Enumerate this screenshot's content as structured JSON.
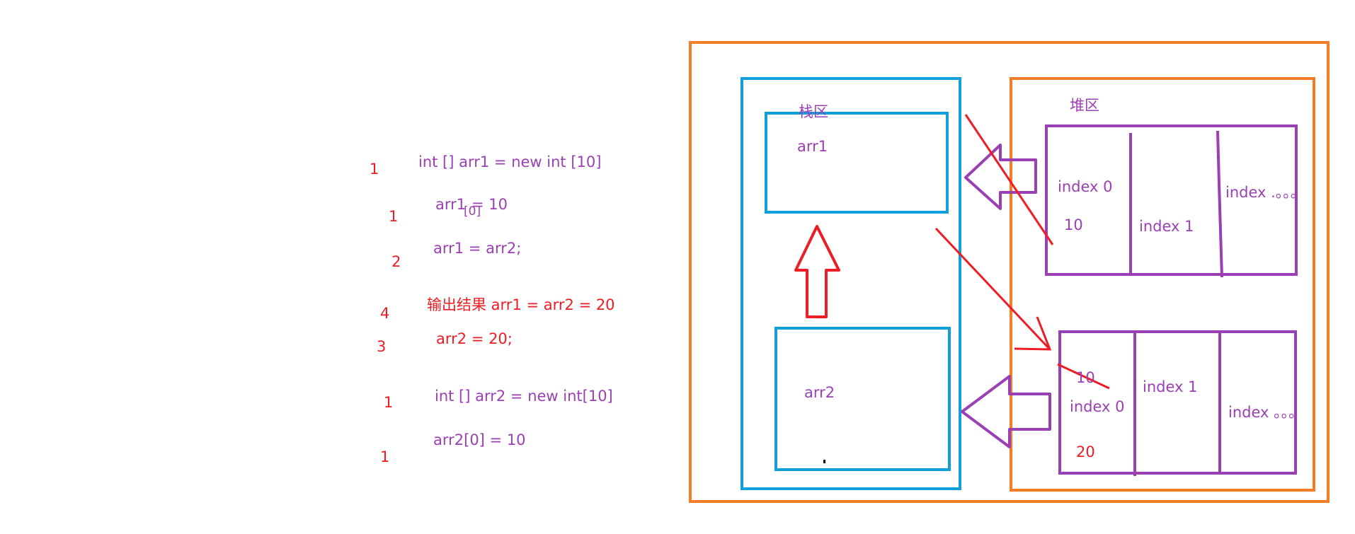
{
  "colors": {
    "orange": "#f47e27",
    "blue": "#11a0dc",
    "purple": "#9b3fb5",
    "red": "#ee1c24"
  },
  "code": {
    "lines": [
      {
        "text": "int [] arr1 = new int [10]",
        "num": "1"
      },
      {
        "text": "arr1",
        "sub": "[0]",
        "rest": "= 10",
        "num": "1"
      },
      {
        "text": "arr1 = arr2;",
        "num": "2"
      },
      {
        "text": "输出结果 arr1 = arr2 = 20",
        "num": "4"
      },
      {
        "text": "arr2 = 20;",
        "num": "3"
      },
      {
        "text": "int [] arr2 = new int[10]",
        "num": "1"
      },
      {
        "text": "arr2[0] = 10",
        "num": "1"
      }
    ]
  },
  "diagram": {
    "stack_title": "栈区",
    "heap_title": "堆区",
    "stack_vars": [
      "arr1",
      "arr2"
    ],
    "heap_array1": {
      "cells": [
        "index 0",
        "index 1",
        "index .。。。"
      ],
      "value": "10"
    },
    "heap_array2": {
      "cells": [
        "index 0",
        "index 1",
        "index 。。。"
      ],
      "old_value": "10",
      "value": "20"
    }
  }
}
